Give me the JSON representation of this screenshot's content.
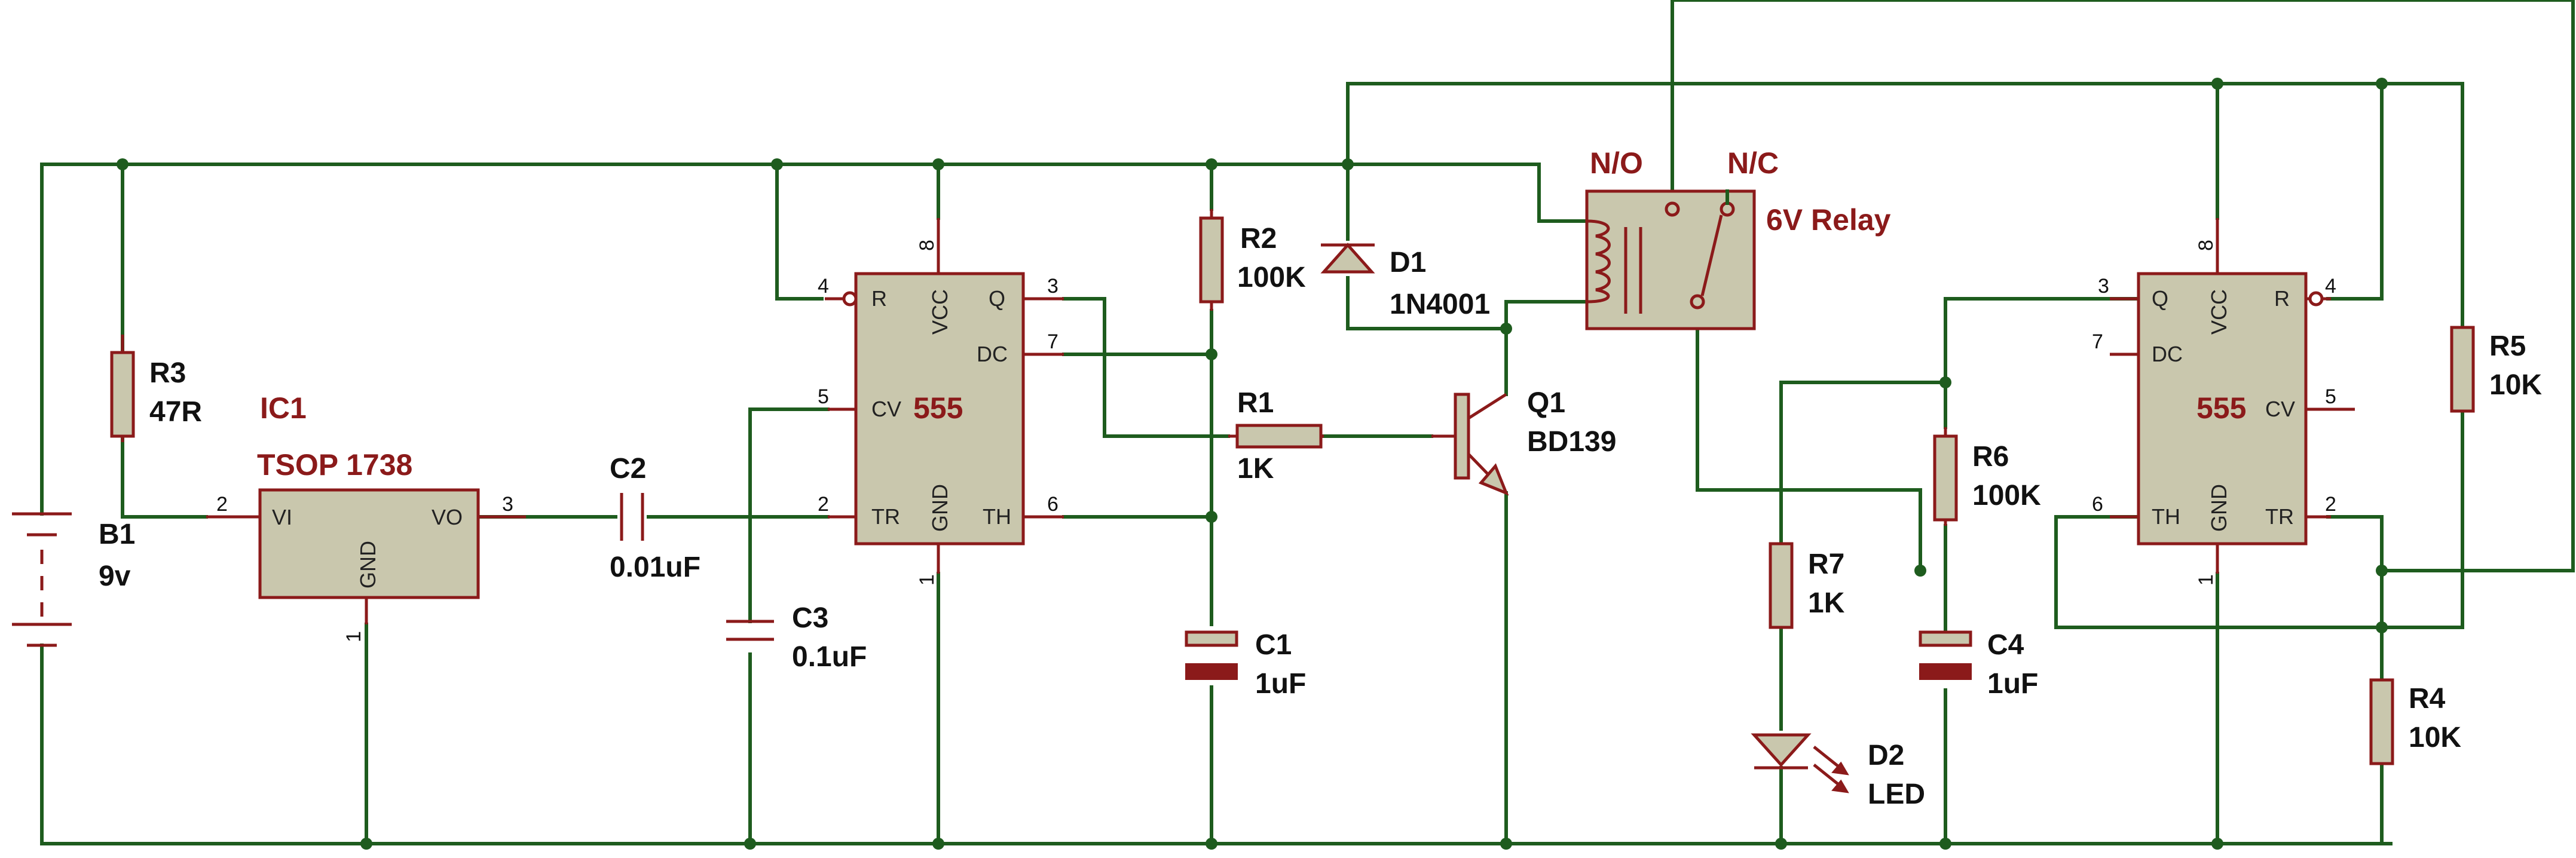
{
  "components": {
    "ic1": {
      "ref": "IC1",
      "part": "TSOP 1738",
      "pins": {
        "vi": "VI",
        "vo": "VO",
        "gnd": "GND"
      },
      "pin_numbers": {
        "vi": "2",
        "vo": "3",
        "gnd": "1"
      }
    },
    "ic_timer_left": {
      "part": "555",
      "pins": {
        "r": "R",
        "vcc": "VCC",
        "q": "Q",
        "dc": "DC",
        "cv": "CV",
        "tr": "TR",
        "gnd": "GND",
        "th": "TH"
      },
      "pin_numbers": {
        "r": "4",
        "vcc": "8",
        "q": "3",
        "dc": "7",
        "cv": "5",
        "tr": "2",
        "gnd": "1",
        "th": "6"
      }
    },
    "ic_timer_right": {
      "part": "555",
      "pins": {
        "q": "Q",
        "vcc": "VCC",
        "r": "R",
        "dc": "DC",
        "cv": "CV",
        "th": "TH",
        "gnd": "GND",
        "tr": "TR"
      },
      "pin_numbers": {
        "q": "3",
        "vcc": "8",
        "r": "4",
        "dc": "7",
        "cv": "5",
        "th": "6",
        "gnd": "1",
        "tr": "2"
      }
    },
    "r1": {
      "ref": "R1",
      "value": "1K"
    },
    "r2": {
      "ref": "R2",
      "value": "100K"
    },
    "r3": {
      "ref": "R3",
      "value": "47R"
    },
    "r4": {
      "ref": "R4",
      "value": "10K"
    },
    "r5": {
      "ref": "R5",
      "value": "10K"
    },
    "r6": {
      "ref": "R6",
      "value": "100K"
    },
    "r7": {
      "ref": "R7",
      "value": "1K"
    },
    "c1": {
      "ref": "C1",
      "value": "1uF"
    },
    "c2": {
      "ref": "C2",
      "value": "0.01uF"
    },
    "c3": {
      "ref": "C3",
      "value": "0.1uF"
    },
    "c4": {
      "ref": "C4",
      "value": "1uF"
    },
    "d1": {
      "ref": "D1",
      "value": "1N4001"
    },
    "d2": {
      "ref": "D2",
      "value": "LED"
    },
    "q1": {
      "ref": "Q1",
      "value": "BD139"
    },
    "b1": {
      "ref": "B1",
      "value": "9v"
    },
    "relay": {
      "part": "6V Relay",
      "no": "N/O",
      "nc": "N/C"
    }
  },
  "colors": {
    "wire": "#1e5c1e",
    "component_outline": "#8b1a1a",
    "component_fill": "#c9c7ad"
  }
}
